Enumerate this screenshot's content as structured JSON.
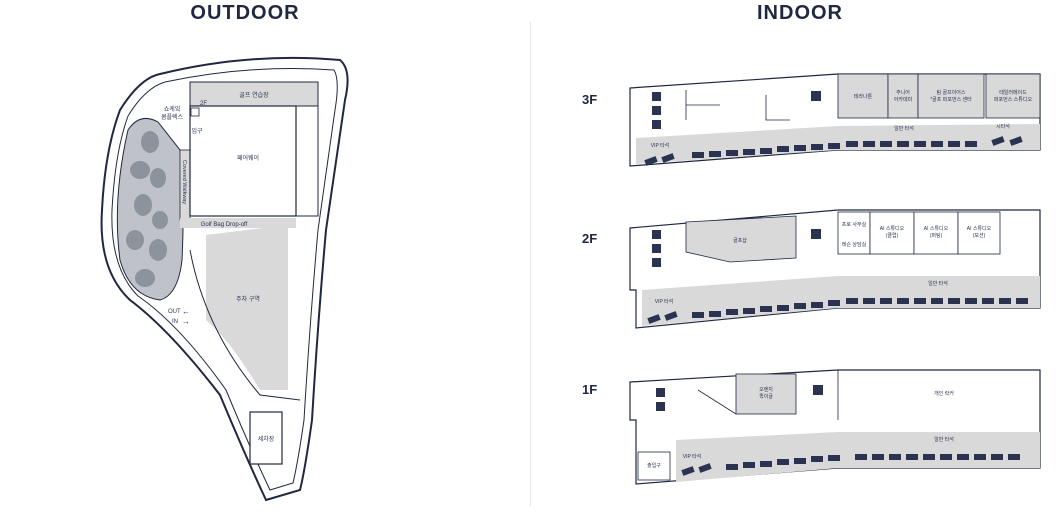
{
  "headings": {
    "outdoor": "OUTDOOR",
    "indoor": "INDOOR"
  },
  "outdoor": {
    "showcase": [
      "쇼케잌",
      "콤플렉스"
    ],
    "floor_2f": "2F",
    "golf_practice": "골프 연습장",
    "entrance": "입구",
    "covered_walkway": "Covered Walkway",
    "fairway": "페어웨이",
    "golf_bag_dropoff": "Golf Bag Drop-off",
    "parking": "주차 구역",
    "out": "OUT",
    "in": "IN",
    "car_wash": "세차장"
  },
  "floors": {
    "f3": {
      "label": "3F",
      "rooms": {
        "therapy": "테라나툰",
        "junior_academy": [
          "주니어",
          "아카데미"
        ],
        "team_golf": [
          "팀 골프이어스",
          "*골프 퍼포먼스 센터"
        ],
        "tailored": [
          "테일러메이드",
          "퍼포먼스 스튜디오"
        ]
      },
      "general_bays": "일반 타석",
      "vip_bays": "VIP 타석",
      "short_bays": "시타석"
    },
    "f2": {
      "label": "2F",
      "rooms": {
        "golf_shop": "골프샵",
        "pro_office": "프로 사무실",
        "lesson_room": "레슨 상담실",
        "ai_studio_1": [
          "AI 스튜디오",
          "(클럽)"
        ],
        "ai_studio_2": [
          "AI 스튜디오",
          "(퍼팅)"
        ],
        "ai_studio_3": [
          "AI 스튜디오",
          "(모션)"
        ]
      },
      "general_bays": "일반 타석",
      "vip_bays": "VIP 타석"
    },
    "f1": {
      "label": "1F",
      "rooms": {
        "orange_lounge": [
          "오렌지",
          "퀵이글"
        ],
        "private_locker": "개인 락커",
        "entrance": "출입구"
      },
      "general_bays": "일반 타석",
      "vip_bays": "VIP 타석"
    }
  },
  "colors": {
    "ink": "#1f2840",
    "floor": "#d9d9d9",
    "line": "#1f2840",
    "bay": "#2b3350",
    "rock": "#9aa0a8"
  }
}
